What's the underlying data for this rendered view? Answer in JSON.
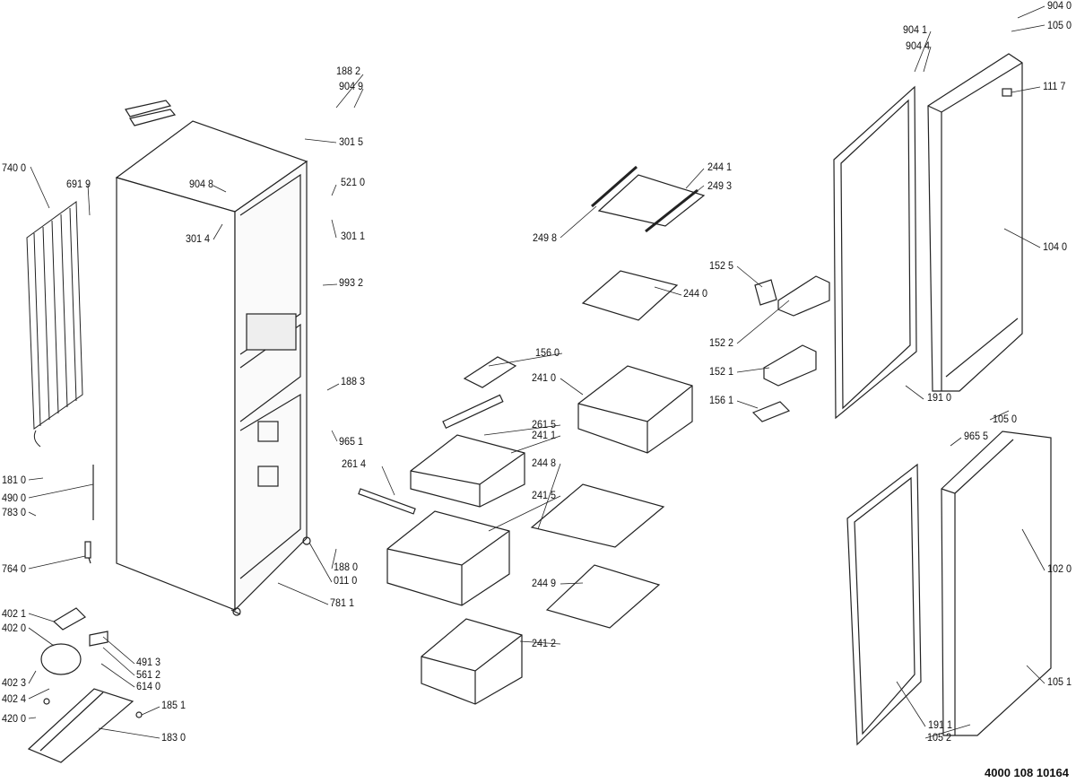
{
  "labels": {
    "p1882": "188 2",
    "p9049": "904 9",
    "p3015": "301 5",
    "p9048": "904 8",
    "p5210": "521 0",
    "p7400": "740 0",
    "p6919": "691 9",
    "p3014": "301 4",
    "p3011": "301 1",
    "p9932": "993 2",
    "p1883": "188 3",
    "p9651": "965 1",
    "p1810": "181 0",
    "p4900": "490 0",
    "p7830": "783 0",
    "p7640": "764 0",
    "p1880": "188 0",
    "p0110": "011 0",
    "p7811": "781 1",
    "p4021": "402 1",
    "p4020": "402 0",
    "p4913": "491 3",
    "p5612": "561 2",
    "p6140": "614 0",
    "p4023": "402 3",
    "p4024": "402 4",
    "p1851": "185 1",
    "p4200": "420 0",
    "p1830": "183 0",
    "p2441": "244 1",
    "p2493": "249 3",
    "p2498": "249 8",
    "p2440": "244 0",
    "p1525": "152 5",
    "p1522": "152 2",
    "p1521": "152 1",
    "p1561": "156 1",
    "p1560": "156 0",
    "p2410": "241 0",
    "p2615": "261 5",
    "p2411": "241 1",
    "p2614": "261 4",
    "p2448": "244 8",
    "p2415": "241 5",
    "p2449": "244 9",
    "p2412": "241 2",
    "p9040": "904 0",
    "p9041": "904 1",
    "p1050a": "105 0",
    "p9044": "904 4",
    "p1117": "111 7",
    "p1040": "104 0",
    "p1910": "191 0",
    "p1050b": "105 0",
    "p9655": "965 5",
    "p1020": "102 0",
    "p1051": "105 1",
    "p1911": "191 1",
    "p1052": "105 2"
  },
  "footer": "4000 108 10164"
}
